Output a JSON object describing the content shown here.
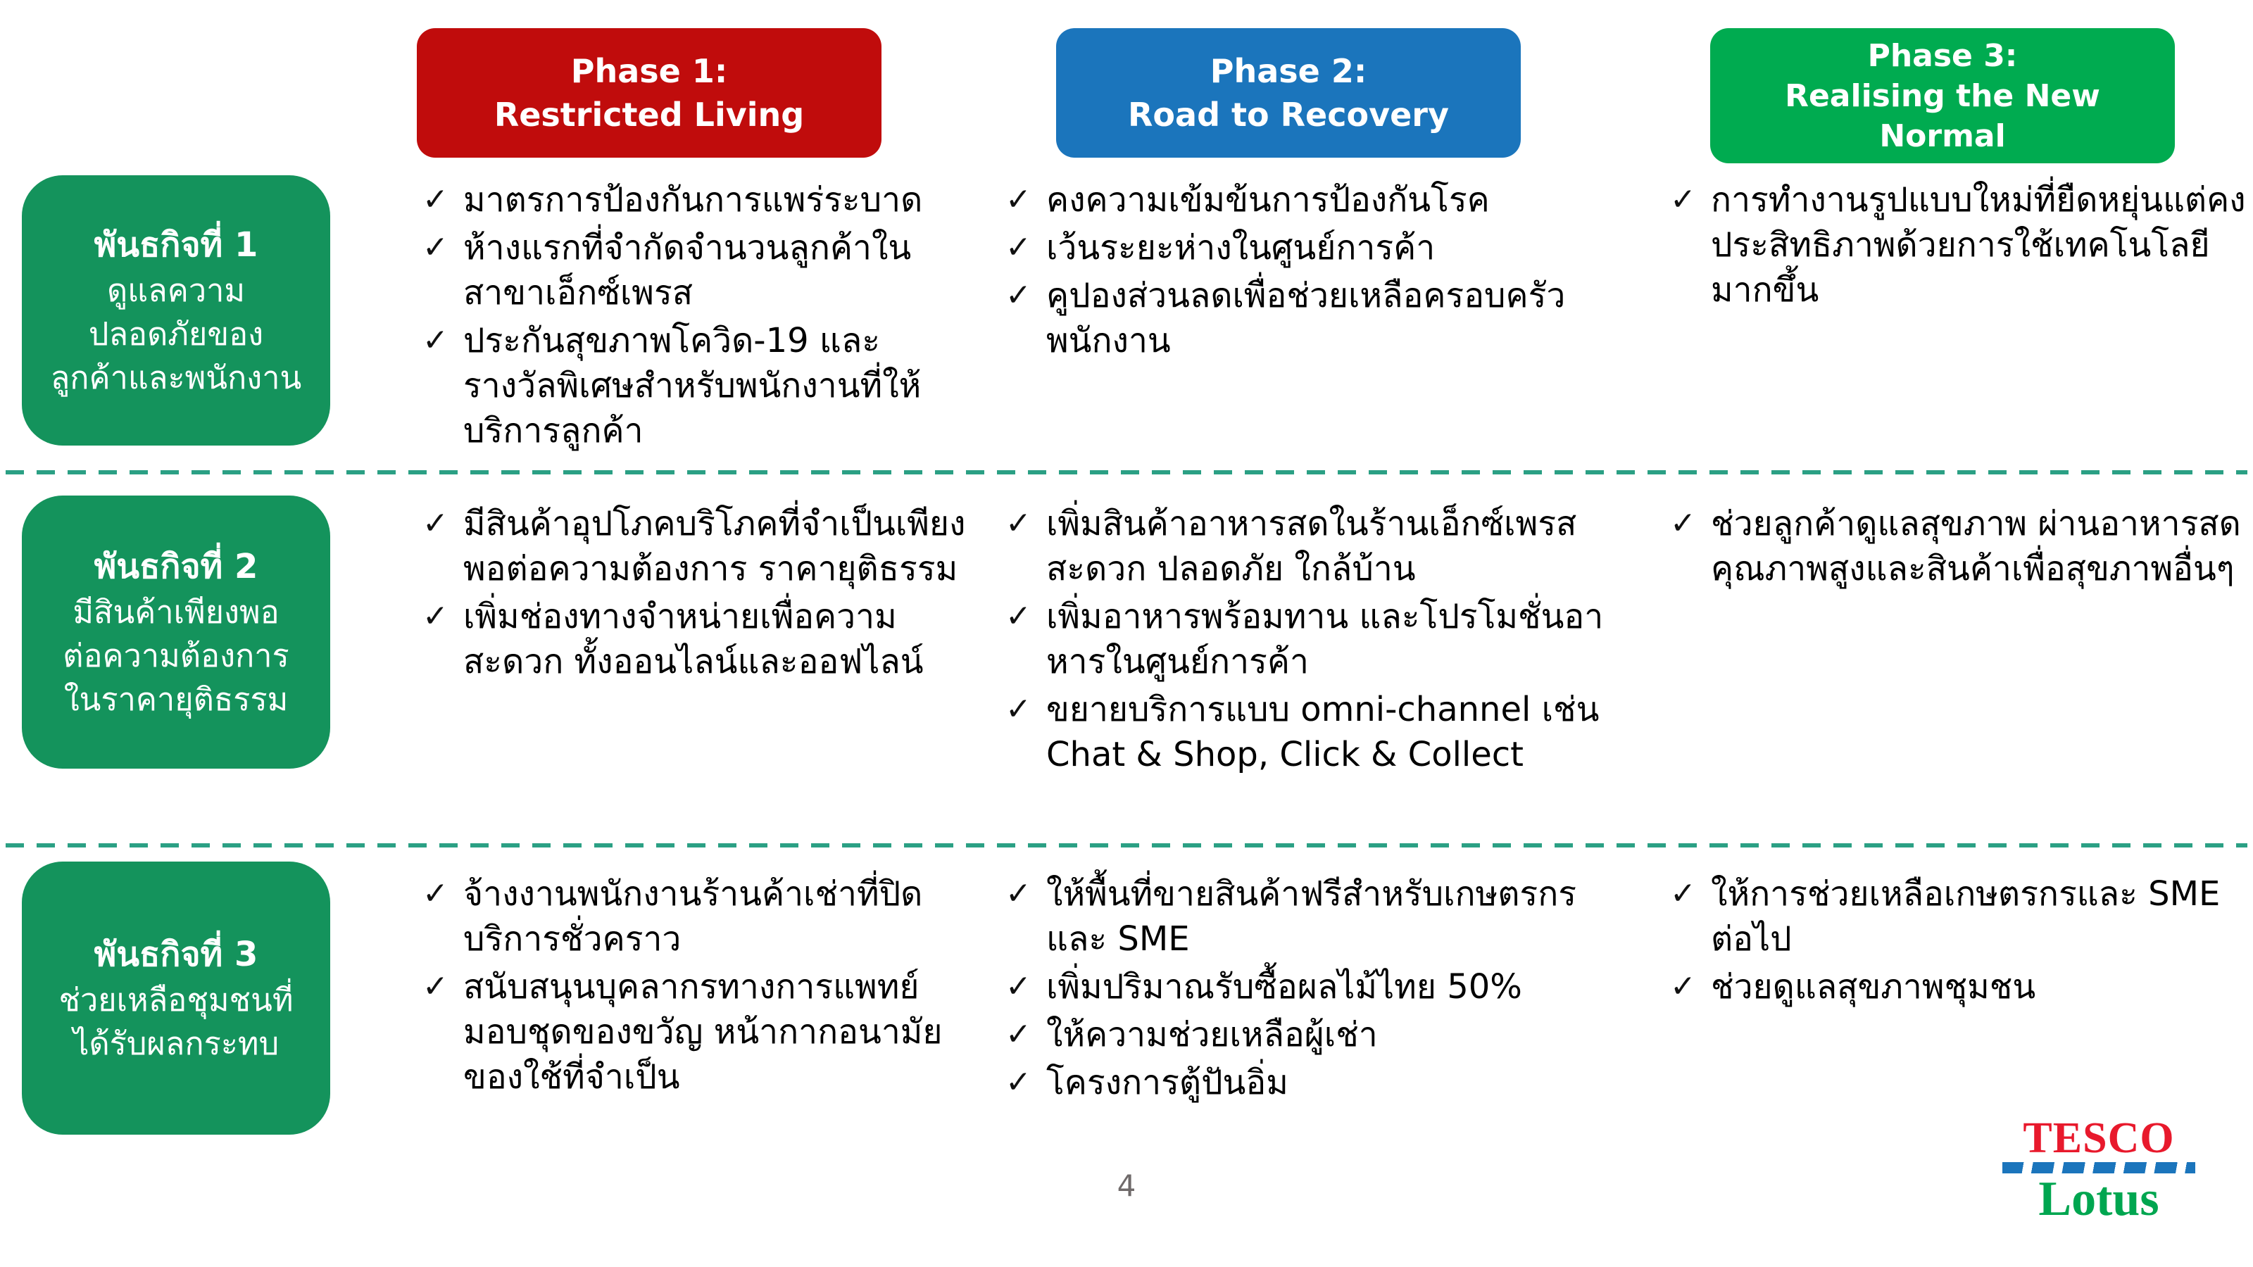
{
  "slide": {
    "page_number": "4"
  },
  "bullet_icon": "✓",
  "colors": {
    "phase1_bg": "#c00c0c",
    "phase2_bg": "#1b75bc",
    "phase3_bg": "#00ab50",
    "mission_bg": "#14935c",
    "divider": "#2ba084",
    "page_number": "#6f6a6a",
    "tesco_red": "#e8192c",
    "tesco_blue": "#1b75bc",
    "lotus_green": "#00a650"
  },
  "phases": [
    {
      "name": "Phase 1",
      "lines": [
        "Phase 1:",
        "Restricted Living"
      ]
    },
    {
      "name": "Phase 2",
      "lines": [
        "Phase 2:",
        "Road to Recovery"
      ]
    },
    {
      "name": "Phase 3",
      "lines": [
        "Phase 3:",
        "Realising  the New",
        "Normal"
      ]
    }
  ],
  "missions": [
    {
      "title": "พันธกิจที่ 1",
      "lines": [
        "ดูแลความ",
        "ปลอดภัยของ",
        "ลูกค้าและพนักงาน"
      ]
    },
    {
      "title": "พันธกิจที่ 2",
      "lines": [
        "มีสินค้าเพียงพอ",
        "ต่อความต้องการ",
        "ในราคายุติธรรม"
      ]
    },
    {
      "title": "พันธกิจที่ 3",
      "lines": [
        "ช่วยเหลือชุมชนที่",
        "ได้รับผลกระทบ"
      ]
    }
  ],
  "cells": {
    "row1": {
      "phase1": [
        "มาตรการป้องกันการแพร่ระบาด",
        "ห้างแรกที่จำกัดจำนวนลูกค้าในสาขาเอ็กซ์เพรส",
        "ประกันสุขภาพโควิด-19 และรางวัลพิเศษสำหรับพนักงานที่ให้บริการลูกค้า"
      ],
      "phase2": [
        "คงความเข้มข้นการป้องกันโรค",
        "เว้นระยะห่างในศูนย์การค้า",
        "คูปองส่วนลดเพื่อช่วยเหลือครอบครัวพนักงาน"
      ],
      "phase3": [
        "การทำงานรูปแบบใหม่ที่ยืดหยุ่นแต่คงประสิทธิภาพด้วยการใช้เทคโนโลยีมากขึ้น"
      ]
    },
    "row2": {
      "phase1": [
        "มีสินค้าอุปโภคบริโภคที่จำเป็นเพียงพอต่อความต้องการ ราคายุติธรรม",
        "เพิ่มช่องทางจำหน่ายเพื่อความสะดวก ทั้งออนไลน์และออฟไลน์"
      ],
      "phase2": [
        "เพิ่มสินค้าอาหารสดในร้านเอ็กซ์เพรส สะดวก ปลอดภัย ใกล้บ้าน",
        "เพิ่มอาหารพร้อมทาน และโปรโมชั่นอาหารในศูนย์การค้า",
        "ขยายบริการแบบ omni-channel เช่น Chat & Shop, Click & Collect"
      ],
      "phase3": [
        "ช่วยลูกค้าดูแลสุขภาพ ผ่านอาหารสดคุณภาพสูงและสินค้าเพื่อสุขภาพอื่นๆ"
      ]
    },
    "row3": {
      "phase1": [
        "จ้างงานพนักงานร้านค้าเช่าที่ปิดบริการชั่วคราว",
        "สนับสนุนบุคลากรทางการแพทย์ มอบชุดของขวัญ หน้ากากอนามัย ของใช้ที่จำเป็น"
      ],
      "phase2": [
        "ให้พื้นที่ขายสินค้าฟรีสำหรับเกษตรกรและ SME",
        "เพิ่มปริมาณรับซื้อผลไม้ไทย 50%",
        "ให้ความช่วยเหลือผู้เช่า",
        "โครงการตู้ปันอิ่ม"
      ],
      "phase3": [
        "ให้การช่วยเหลือเกษตรกรและ SME ต่อไป",
        "ช่วยดูแลสุขภาพชุมชน"
      ]
    }
  },
  "logo": {
    "top": "TESCO",
    "bottom": "Lotus"
  }
}
